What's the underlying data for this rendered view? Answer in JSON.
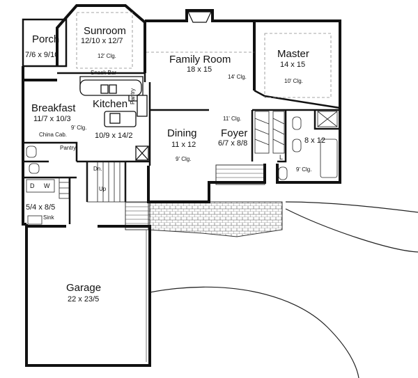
{
  "rooms": {
    "porch": {
      "name": "Porch",
      "dims": "7/6 x 9/10"
    },
    "sunroom": {
      "name": "Sunroom",
      "dims": "12/10 x 12/7",
      "clg": "12' Clg."
    },
    "family_room": {
      "name": "Family Room",
      "dims": "18 x 15",
      "clg": "14' Clg."
    },
    "master": {
      "name": "Master",
      "dims": "14 x 15",
      "clg": "10' Clg."
    },
    "breakfast": {
      "name": "Breakfast",
      "dims": "11/7 x 10/3",
      "clg": "9' Clg."
    },
    "kitchen": {
      "name": "Kitchen",
      "dims": "10/9 x 14/2"
    },
    "dining": {
      "name": "Dining",
      "dims": "11 x 12",
      "clg": "9' Clg."
    },
    "foyer": {
      "name": "Foyer",
      "dims": "6/7 x 8/8",
      "clg": "11' Clg."
    },
    "bath": {
      "dims": "8 x 12",
      "clg": "9' Clg."
    },
    "laundry": {
      "dims": "5/4 x 8/5"
    },
    "garage": {
      "name": "Garage",
      "dims": "22 x 23/5"
    }
  },
  "fixtures": {
    "snack_bar": "Snack Bar",
    "pantry": "Pantry",
    "pantry_vertical": "Pantry",
    "china_cab": "China Cab.",
    "sink": "Sink",
    "dn": "Dn.",
    "up": "Up",
    "washer": "W",
    "dryer": "D",
    "linen": "L"
  }
}
